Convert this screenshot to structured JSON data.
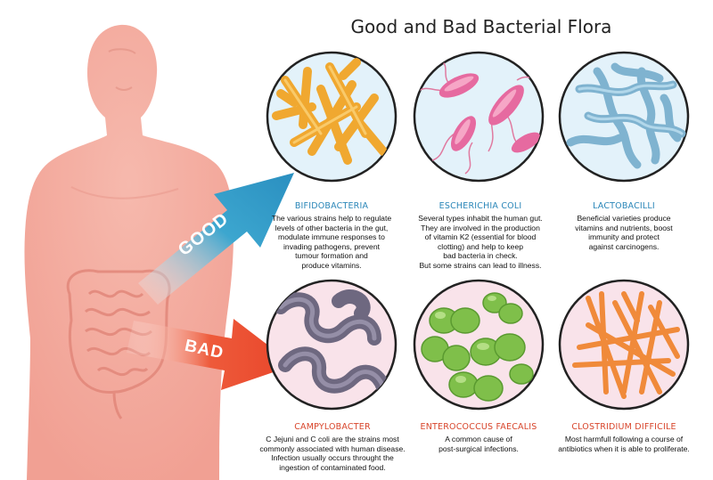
{
  "title": "Good and Bad Bacterial Flora",
  "arrows": {
    "good_label": "GOOD",
    "bad_label": "BAD"
  },
  "colors": {
    "good": "#2a86b8",
    "bad": "#d8452b",
    "body": "#f2a89c",
    "good_circle_bg": "#e3f2fa",
    "bad_circle_bg": "#f9e3ea"
  },
  "good_bacteria": [
    {
      "name": "BIFIDOBACTERIA",
      "description": "The various strains help to regulate\nlevels of other bacteria in the gut,\nmodulate immune responses to\ninvading pathogens, prevent\ntumour formation and\nproduce vitamins."
    },
    {
      "name": "ESCHERICHIA COLI",
      "description": "Several types inhabit the human gut.\nThey are involved in the production\nof vitamin K2 (essential for blood\nclotting) and help to keep\nbad bacteria in check.\nBut some strains can lead to illness."
    },
    {
      "name": "LACTOBACILLI",
      "description": "Beneficial varieties produce\nvitamins and nutrients, boost\nimmunity and protect\nagainst carcinogens."
    }
  ],
  "bad_bacteria": [
    {
      "name": "CAMPYLOBACTER",
      "description": "C Jejuni and C coli are the strains most\ncommonly associated with human disease.\nInfection usually occurs throught the\ningestion of contaminated food."
    },
    {
      "name": "ENTEROCOCCUS FAECALIS",
      "description": "A common cause of\npost-surgical infections."
    },
    {
      "name": "CLOSTRIDIUM DIFFICILE",
      "description": "Most harmfull following a course of\nantibiotics when it is able to proliferate."
    }
  ]
}
